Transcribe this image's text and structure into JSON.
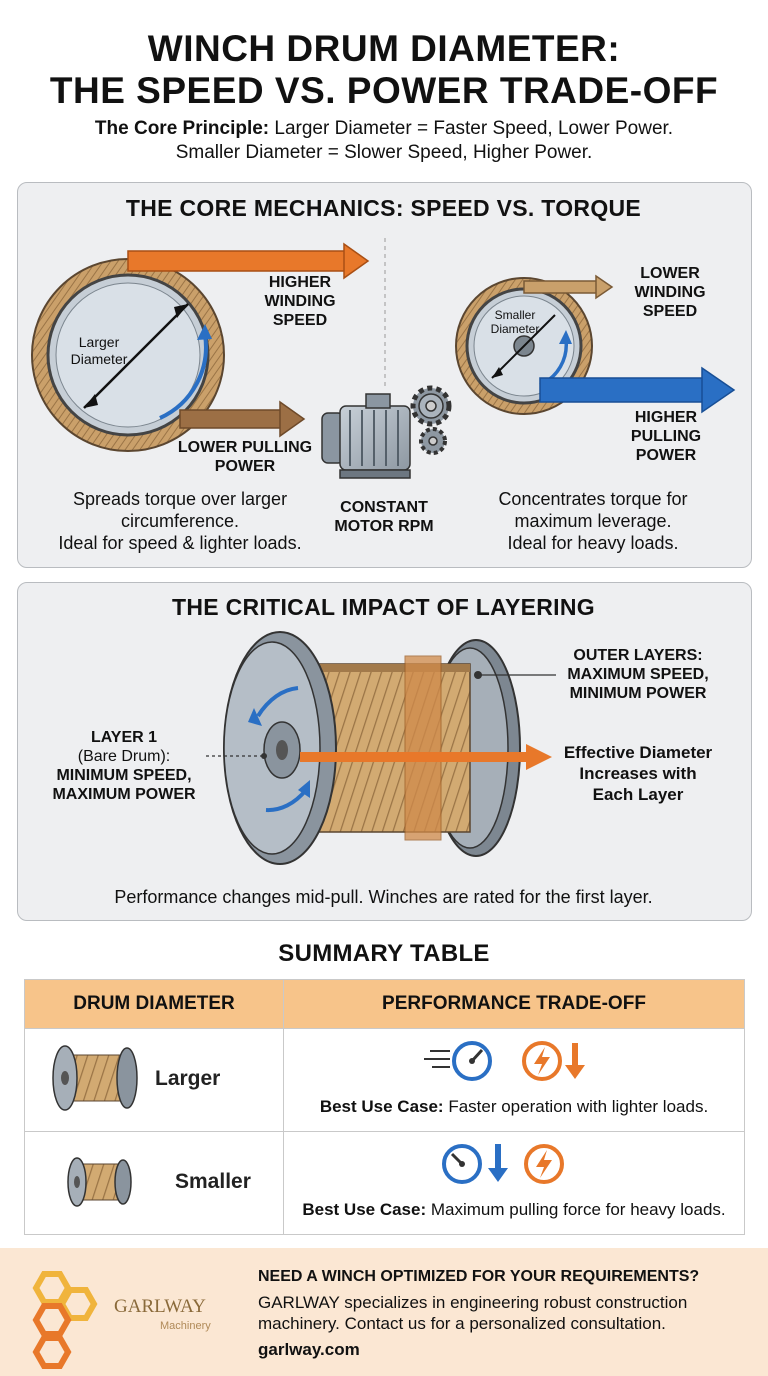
{
  "header": {
    "title_line1": "WINCH DRUM DIAMETER:",
    "title_line2": "THE SPEED VS. POWER TRADE-OFF",
    "principle_bold": "The Core Principle:",
    "principle_rest": " Larger Diameter = Faster Speed, Lower Power.",
    "principle_line2": "Smaller Diameter = Slower Speed, Higher Power."
  },
  "mechanics": {
    "title": "THE CORE MECHANICS: SPEED VS. TORQUE",
    "large_drum_label": "Larger Diameter",
    "small_drum_label": "Smaller Diameter",
    "higher_winding_speed": "HIGHER WINDING SPEED",
    "lower_pulling_power": "LOWER PULLING POWER",
    "lower_winding_speed": "LOWER WINDING SPEED",
    "higher_pulling_power": "HIGHER PULLING POWER",
    "motor_label": "CONSTANT MOTOR RPM",
    "left_desc_1": "Spreads torque over larger",
    "left_desc_2": "circumference.",
    "left_desc_3": "Ideal for speed & lighter loads.",
    "right_desc_1": "Concentrates torque for",
    "right_desc_2": "maximum leverage.",
    "right_desc_3": "Ideal for heavy loads."
  },
  "layering": {
    "title": "THE CRITICAL IMPACT OF LAYERING",
    "layer1_line1": "LAYER 1",
    "layer1_line2": "(Bare Drum):",
    "layer1_line3": "MINIMUM SPEED,",
    "layer1_line4": "MAXIMUM POWER",
    "outer_line1": "OUTER LAYERS:",
    "outer_line2": "MAXIMUM SPEED,",
    "outer_line3": "MINIMUM POWER",
    "effective_line1": "Effective Diameter",
    "effective_line2": "Increases with",
    "effective_line3": "Each Layer",
    "note": "Performance changes mid-pull. Winches are rated for the first layer."
  },
  "summary": {
    "title": "SUMMARY TABLE",
    "col1": "DRUM DIAMETER",
    "col2": "PERFORMANCE TRADE-OFF",
    "rows": [
      {
        "diameter": "Larger",
        "use_bold": "Best Use Case:",
        "use_text": " Faster operation with lighter loads."
      },
      {
        "diameter": "Smaller",
        "use_bold": "Best Use Case:",
        "use_text": " Maximum pulling force for heavy loads."
      }
    ]
  },
  "footer": {
    "logo_name": "GARLWAY",
    "logo_sub": "Machinery",
    "cta": "NEED A WINCH OPTIMIZED FOR YOUR REQUIREMENTS?",
    "body_1": "GARLWAY specializes in engineering robust construction",
    "body_2": "machinery. Contact us for a personalized consultation.",
    "url": "garlway.com"
  },
  "colors": {
    "orange": "#e8782a",
    "blue": "#2a6fc4",
    "brown_arrow": "#9c6f45",
    "rope": "#c9a06b",
    "table_header": "#f7c48a",
    "footer_bg": "#fbe7d3"
  },
  "icons": [
    "speedometer-icon",
    "lightning-icon",
    "arrow-down-icon",
    "motor-icon",
    "gear-icon",
    "hexagon-logo-icon"
  ]
}
